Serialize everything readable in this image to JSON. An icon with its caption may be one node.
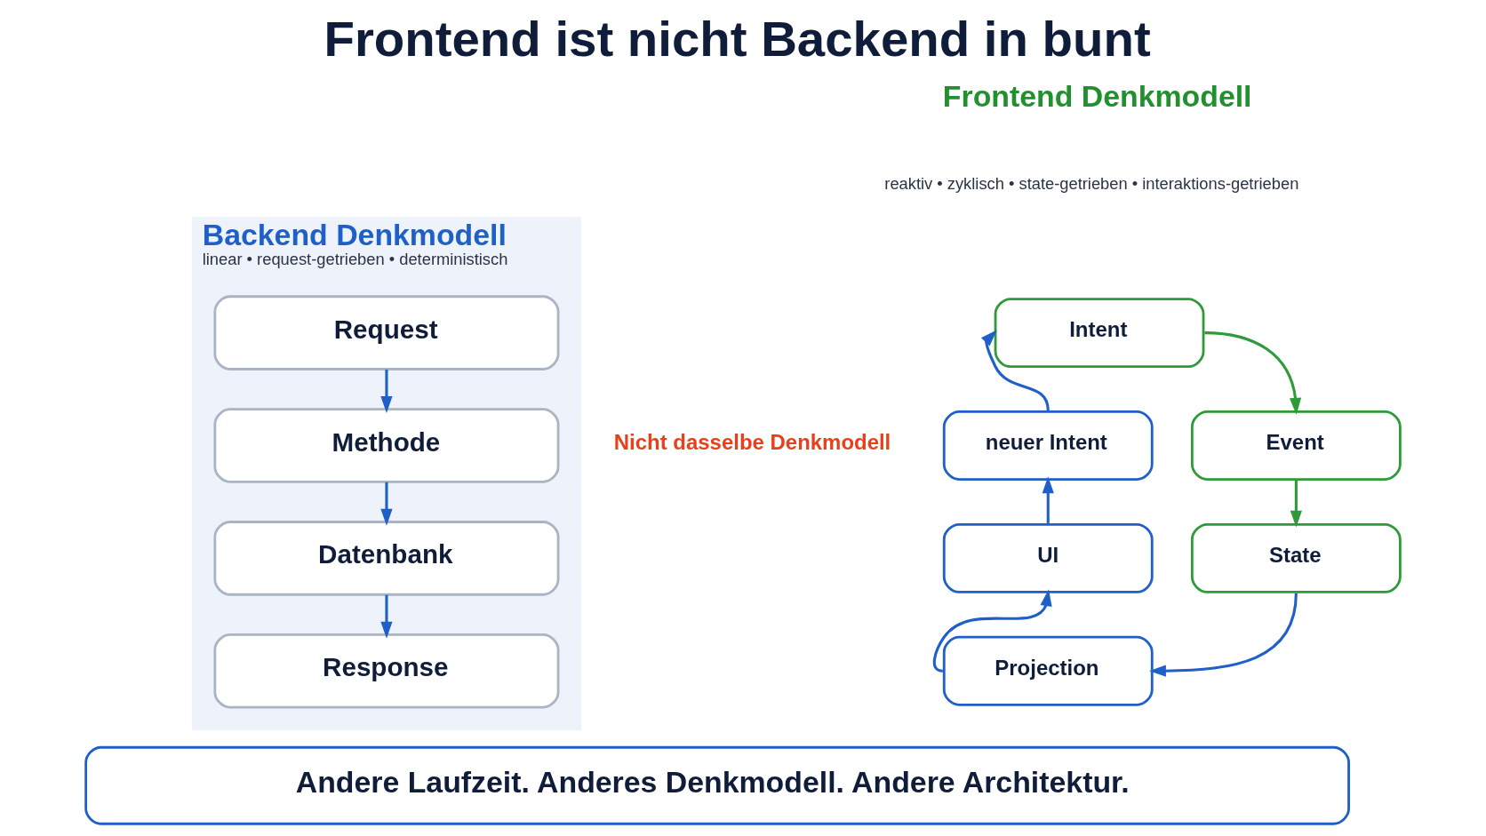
{
  "diagram": {
    "title": "Frontend ist nicht Backend in bunt",
    "nodes": [
      {
        "text": [
          "Backend Denkmodell",
          "linear • request-getrieben • deterministisch"
        ]
      },
      {
        "text": [
          "Request"
        ],
        "in": 0
      },
      {
        "text": [
          "Methode"
        ],
        "in": 0
      },
      {
        "text": [
          "Datenbank"
        ],
        "in": 0
      },
      {
        "text": [
          "Response"
        ],
        "in": 0
      },
      {
        "text": [
          "Intent"
        ]
      },
      {
        "text": [
          "Event"
        ]
      },
      {
        "text": [
          "State"
        ]
      },
      {
        "text": [
          "Projection"
        ]
      },
      {
        "text": [
          "UI"
        ]
      },
      {
        "text": [
          "neuer Intent"
        ]
      },
      {
        "text": [
          "Andere Laufzeit. Anderes Denkmodell. Andere Architektur."
        ]
      }
    ],
    "edges": [
      {
        "from": 1,
        "to": 2,
        "arrow": "to"
      },
      {
        "from": 2,
        "to": 3,
        "arrow": "to"
      },
      {
        "from": 3,
        "to": 4,
        "arrow": "to"
      },
      {
        "from": 5,
        "to": 6,
        "arrow": "to",
        "color": "#2e9a3a"
      },
      {
        "from": 6,
        "to": 7,
        "arrow": "to",
        "color": "#2e9a3a"
      },
      {
        "from": 7,
        "to": 8,
        "arrow": "to"
      },
      {
        "from": 8,
        "to": 9,
        "arrow": "to"
      },
      {
        "from": 9,
        "to": 10,
        "arrow": "to"
      },
      {
        "from": 10,
        "to": 5,
        "arrow": "to"
      }
    ],
    "labels": [
      "Frontend Denkmodell",
      "reaktiv • zyklisch • state-getrieben • interaktions-getrieben",
      "Nicht dasselbe Denkmodell"
    ]
  }
}
